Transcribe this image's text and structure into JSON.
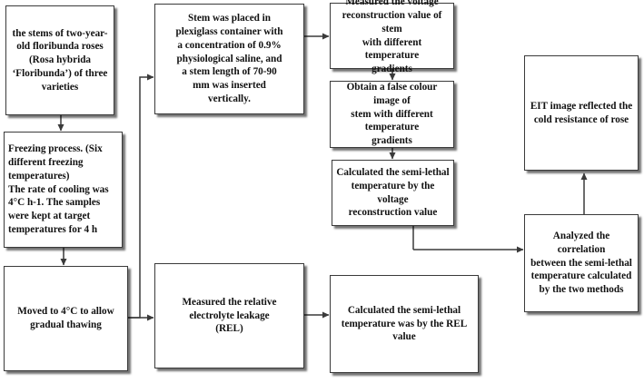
{
  "nodes": {
    "stems": "the stems of two-year-\nold floribunda  roses\n(Rosa hybrida\n‘Floribunda’) of three\nvarieties",
    "freezing": "Freezing process. (Six\ndifferent freezing\ntemperatures)\nThe rate of cooling was\n4°C h-1. The samples\nwere kept at target\ntemperatures for 4 h",
    "thawing": "Moved to 4°C to allow\ngradual  thawing",
    "plexiglass": "Stem was placed in\nplexiglass container with\na concentration of 0.9%\nphysiological saline, and\na stem length of 70-90\nmm was inserted\nvertically.",
    "rel_measure": "Measured the relative\nelectrolyte leakage\n(REL)",
    "voltage_measure": "Measured the voltage\nreconstruction  value of stem\nwith different temperature\ngradients",
    "false_colour": "Obtain  a false colour image of\nstem with different temperature\ngradients",
    "semi_lethal_voltage": "Calculated the semi-lethal\ntemperature by the voltage\nreconstruction value",
    "semi_lethal_rel": "Calculated  the semi-lethal\ntemperature was by the REL\nvalue",
    "correlation": "Analyzed the correlation\nbetween the semi-lethal\ntemperature calculated\nby the two methods",
    "eit_image": "EIT image reflected the\ncold resistance of rose"
  },
  "colors": {
    "border": "#3a3a3a",
    "connector": "#3a3a3a",
    "text": "#111111"
  }
}
